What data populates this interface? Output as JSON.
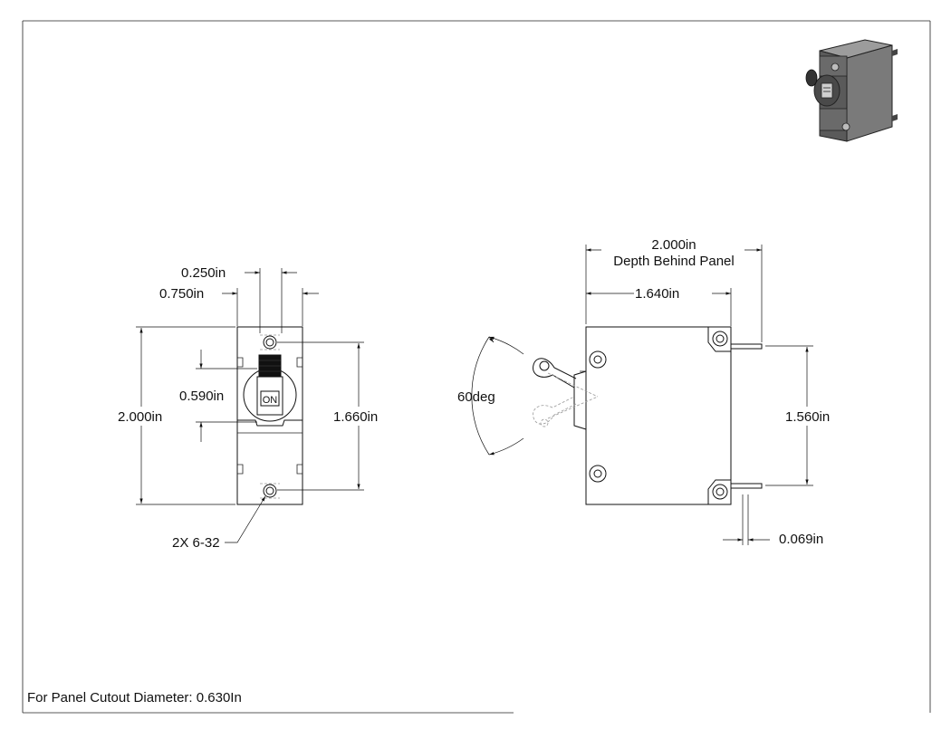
{
  "dimensions": {
    "front_top_half_width": "0.250in",
    "front_top_width": "0.750in",
    "front_height": "2.000in",
    "front_toggle_height": "0.590in",
    "front_hole_spacing": "1.660in",
    "front_screws": "2X 6-32",
    "side_depth": "2.000in",
    "side_depth_caption": "Depth Behind Panel",
    "side_body_depth": "1.640in",
    "side_angle": "60deg",
    "side_terminal_spacing": "1.560in",
    "side_terminal_thickness": "0.069in"
  },
  "switch_label": "ON",
  "note": "For Panel Cutout Diameter: 0.630In",
  "colors": {
    "line": "#111111",
    "hidden": "#999999",
    "iso_dark": "#4a4a4a",
    "iso_mid": "#7a7a7a",
    "iso_light": "#9c9c9c"
  }
}
